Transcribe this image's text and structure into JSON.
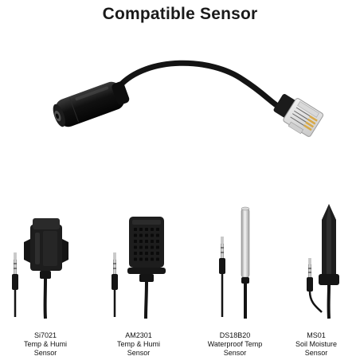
{
  "title": "Compatible Sensor",
  "sensors": [
    {
      "model": "Si7021",
      "lines": [
        "Temp & Humi",
        "Sensor"
      ],
      "icon": "si7021-sensor-icon"
    },
    {
      "model": "AM2301",
      "lines": [
        "Temp & Humi",
        "Sensor"
      ],
      "icon": "am2301-sensor-icon"
    },
    {
      "model": "DS18B20",
      "lines": [
        "Waterproof Temp",
        "Sensor"
      ],
      "icon": "ds18b20-probe-icon"
    },
    {
      "model": "MS01",
      "lines": [
        "Soil Moisture",
        "Sensor"
      ],
      "icon": "ms01-soil-probe-icon"
    }
  ],
  "adapter_icon": "rj11-to-audio-jack-adapter-icon",
  "colors": {
    "cable": "#141414",
    "metal": "#c8c8c8",
    "contact": "#d6a94a"
  }
}
